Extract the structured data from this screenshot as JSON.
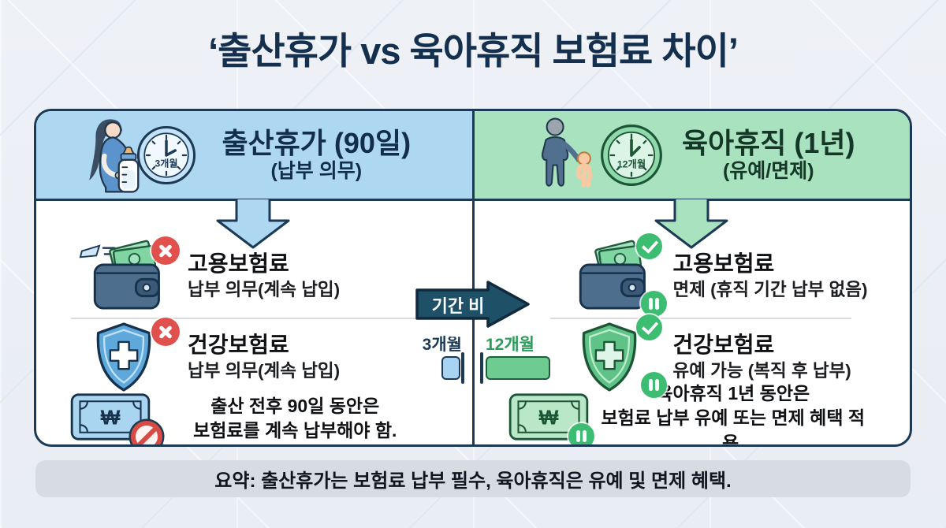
{
  "title": "‘출산휴가 vs 육아휴직 보험료 차이’",
  "left_panel": {
    "header": {
      "title": "출산휴가 (90일)",
      "subtitle": "(납부 의무)",
      "clock_label": "3개월"
    },
    "items": [
      {
        "title": "고용보험료",
        "desc": "납부 의무(계속 납입)"
      },
      {
        "title": "건강보험료",
        "desc": "납부 의무(계속 납입)"
      }
    ],
    "note": {
      "line1": "출산 전후 90일 동안은",
      "line2": "보험료를 계속 납부해야 함."
    }
  },
  "right_panel": {
    "header": {
      "title": "육아휴직 (1년)",
      "subtitle": "(유예/면제)",
      "clock_label": "12개월"
    },
    "items": [
      {
        "title": "고용보험료",
        "desc": "면제 (휴직 기간 납부 없음)"
      },
      {
        "title": "건강보험료",
        "desc": "유예 가능 (복직 후 납부)"
      }
    ],
    "note": {
      "line1": "육아휴직 1년 동안은",
      "line2": "보험료 납부 유예 또는 면제 혜택 적용."
    }
  },
  "comparison": {
    "arrow_label": "기간 비교",
    "left_duration_label": "3개월",
    "right_duration_label": "12개월",
    "left_months": 3,
    "right_months": 12
  },
  "summary": "요약: 출산휴가는 보험료 납부 필수, 육아휴직은 유예 및 면제 혜택.",
  "icons": {
    "won_symbol": "₩"
  },
  "colors": {
    "accent_navy": "#1C3A56",
    "blue_header": "#AED7F2",
    "green_header": "#A9E2BF",
    "red_badge": "#E0514E",
    "green_badge": "#3CBD72",
    "arrow_teal": "#1E5068",
    "background": "#EDF1F6"
  }
}
